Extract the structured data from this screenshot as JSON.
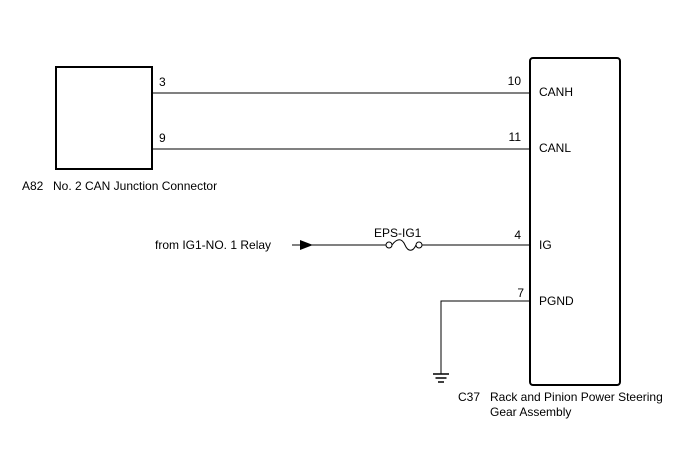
{
  "connector_a82": {
    "code": "A82",
    "name": "No. 2 CAN Junction Connector",
    "pins": {
      "canh": "3",
      "canl": "9"
    }
  },
  "component_c37": {
    "code": "C37",
    "name_line1": "Rack and Pinion Power Steering",
    "name_line2": "Gear Assembly",
    "pins": [
      {
        "number": "10",
        "label": "CANH"
      },
      {
        "number": "11",
        "label": "CANL"
      },
      {
        "number": "4",
        "label": "IG"
      },
      {
        "number": "7",
        "label": "PGND"
      }
    ]
  },
  "power_source": {
    "label": "from IG1-NO. 1 Relay"
  },
  "fuse": {
    "label": "EPS-IG1"
  },
  "ground": {
    "icon": "ground-icon"
  }
}
